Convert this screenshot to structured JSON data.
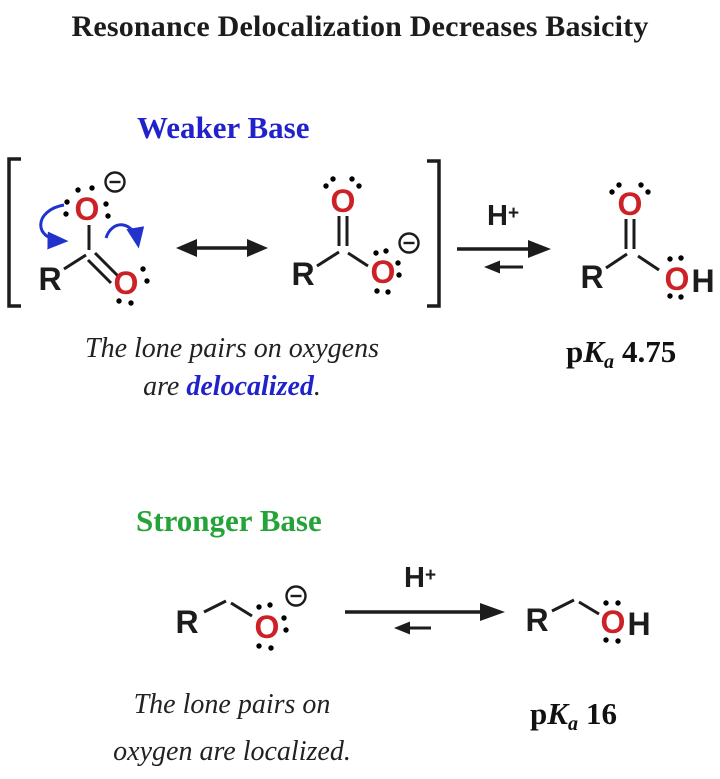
{
  "title": "Resonance Delocalization Decreases Basicity",
  "colors": {
    "oxygen_red": "#cc2127",
    "label_blue": "#2222cc",
    "label_green": "#23a338",
    "arrow_blue": "#2233cc",
    "ink_black": "#1c1c1c"
  },
  "atoms": {
    "r": "R",
    "o": "O",
    "h": "H"
  },
  "weaker": {
    "label": "Weaker Base",
    "caption_line1": "The lone pairs on oxygens",
    "caption_pre": "are ",
    "caption_keyword": "delocalized",
    "caption_period": ".",
    "proton": {
      "symbol": "H",
      "charge": "+"
    },
    "pka": {
      "p": "p",
      "k": "K",
      "sub": "a",
      "value": "4.75"
    }
  },
  "stronger": {
    "label": "Stronger Base",
    "caption_line1": "The lone pairs on",
    "caption_line2": "oxygen are localized.",
    "proton": {
      "symbol": "H",
      "charge": "+"
    },
    "pka": {
      "p": "p",
      "k": "K",
      "sub": "a",
      "value": "16"
    }
  }
}
